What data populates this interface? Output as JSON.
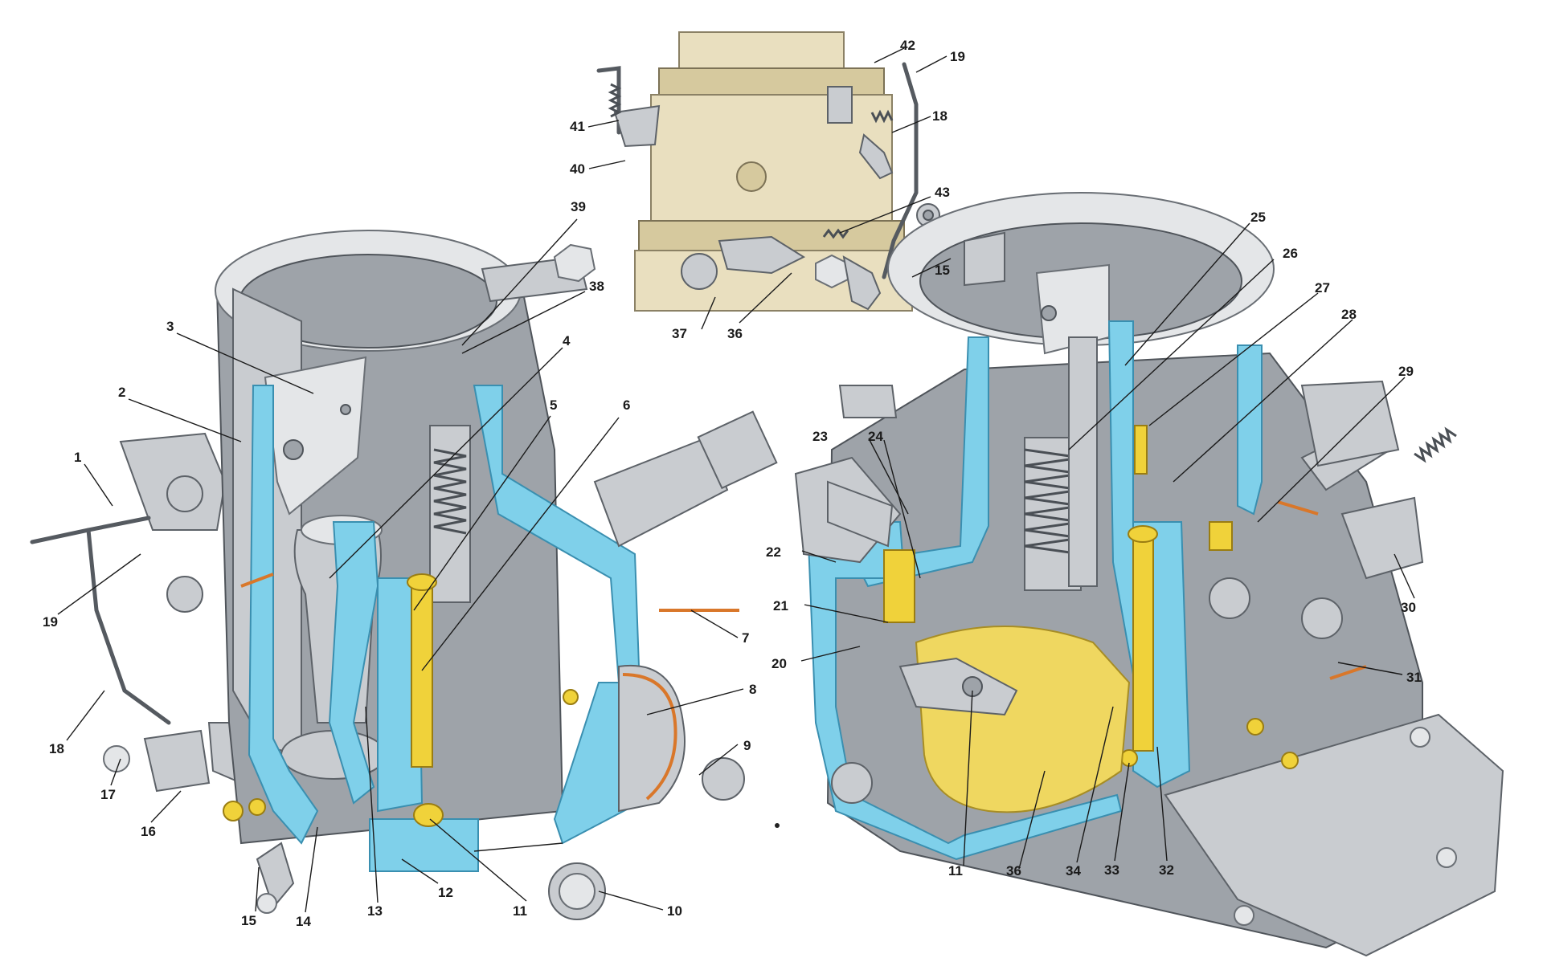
{
  "callouts": {
    "left": [
      "1",
      "2",
      "3",
      "4",
      "5",
      "6",
      "7",
      "8",
      "9",
      "10",
      "11",
      "12",
      "13",
      "14",
      "15",
      "16",
      "17",
      "18",
      "19",
      "38",
      "39"
    ],
    "right": [
      "11",
      "20",
      "21",
      "22",
      "23",
      "24",
      "25",
      "26",
      "27",
      "28",
      "29",
      "30",
      "31",
      "32",
      "33",
      "34",
      "36"
    ],
    "top": [
      "15",
      "18",
      "19",
      "36",
      "37",
      "40",
      "41",
      "42",
      "43"
    ]
  },
  "colors": {
    "section_cut": "#7fd0ea",
    "brass_parts": "#f0d23a",
    "float": "#f6dc5a",
    "gasket": "#d9772a",
    "metal": "#c9ccd0",
    "top_view_tint": "#e9dfbf"
  }
}
